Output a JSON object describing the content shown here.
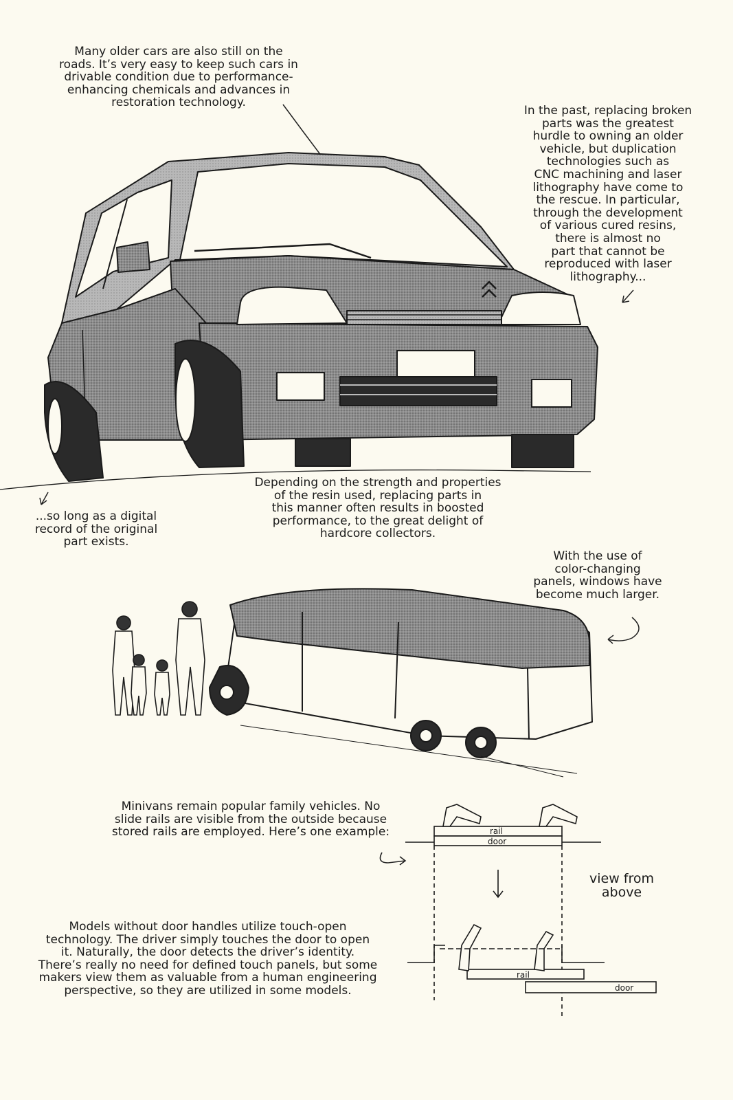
{
  "captions": {
    "older_cars": "Many older cars are also still on the\nroads. It’s very easy to keep such cars in\ndrivable condition due to performance-\nenhancing chemicals and advances in\nrestoration technology.",
    "replacing_parts": "In the past, replacing broken\nparts was the greatest\nhurdle to owning an older\nvehicle, but duplication\ntechnologies such as\nCNC machining and laser\nlithography have come to\nthe rescue. In particular,\nthrough the development\nof various cured resins,\nthere is almost no\npart that cannot be\nreproduced with laser\nlithography...",
    "digital_record": "...so long as a digital\nrecord of the original\npart exists.",
    "resin_strength": "Depending on the strength and properties\nof the resin used, replacing parts in\nthis manner often results in boosted\nperformance, to the great delight of\nhardcore collectors.",
    "color_panels": "With the use of\ncolor-changing\npanels, windows have\nbecome much larger.",
    "minivans": "Minivans remain popular family vehicles. No\nslide rails are visible from the outside because\nstored rails are employed. Here’s one example:",
    "view_from_above": "view from\nabove",
    "touch_open": "Models without door handles utilize touch-open\ntechnology. The driver simply touches the door to open\nit. Naturally, the door detects the driver’s identity.\nThere’s really no need for defined touch panels, but some\nmakers view them as valuable from a human engineering\nperspective, so they are utilized in some models."
  },
  "diagram_labels": {
    "rail_top": "rail",
    "door_top": "door",
    "rail_bottom": "rail",
    "door_bottom": "door"
  }
}
